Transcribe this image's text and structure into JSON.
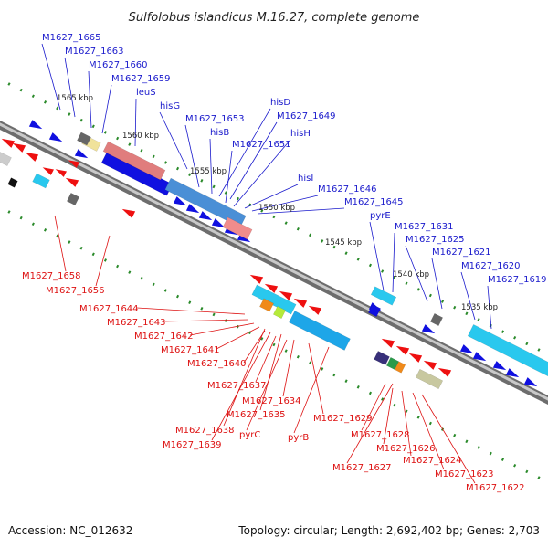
{
  "title": "Sulfolobus islandicus M.16.27, complete genome",
  "footer": {
    "accession": "Accession: NC_012632",
    "topology": "Topology: circular; Length: 2,692,402 bp; Genes: 2,703"
  },
  "colors": {
    "forward_label": "#1a1acc",
    "reverse_label": "#dd1111",
    "backbone": "#8a8a8a",
    "tick": "#2a8a2a"
  },
  "scale_labels": [
    "1565 kbp",
    "1560 kbp",
    "1555 kbp",
    "1550 kbp",
    "1545 kbp",
    "1540 kbp",
    "1535 kbp"
  ],
  "forward_labels": [
    "M1627_1665",
    "M1627_1663",
    "M1627_1660",
    "M1627_1659",
    "leuS",
    "hisG",
    "M1627_1653",
    "hisB",
    "hisD",
    "M1627_1649",
    "M1627_1651",
    "hisH",
    "hisI",
    "M1627_1646",
    "M1627_1645",
    "pyrE",
    "M1627_1631",
    "M1627_1625",
    "M1627_1621",
    "M1627_1620",
    "M1627_1619"
  ],
  "reverse_labels": [
    "M1627_1658",
    "M1627_1656",
    "M1627_1644",
    "M1627_1643",
    "M1627_1642",
    "M1627_1641",
    "M1627_1640",
    "M1627_1637",
    "M1627_1634",
    "M1627_1635",
    "M1627_1638",
    "M1627_1639",
    "pyrC",
    "pyrB",
    "M1627_1629",
    "M1627_1628",
    "M1627_1627",
    "M1627_1626",
    "M1627_1624",
    "M1627_1623",
    "M1627_1622"
  ]
}
